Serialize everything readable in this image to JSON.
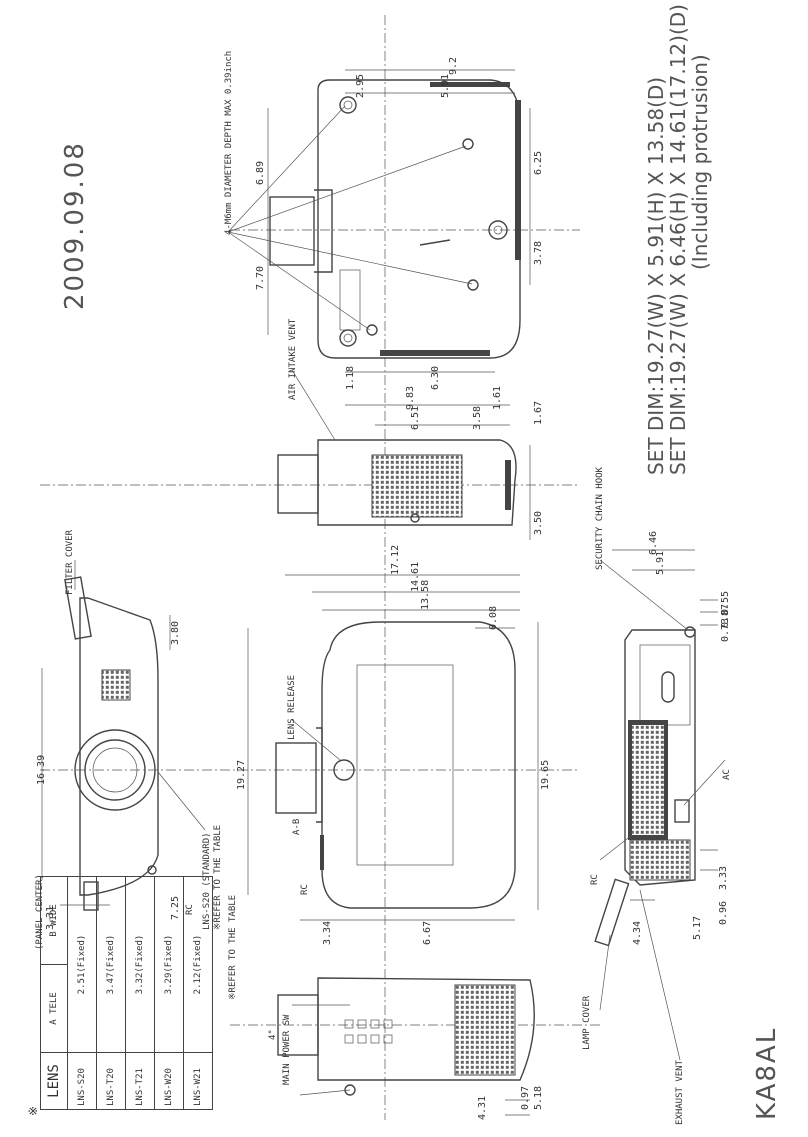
{
  "date": "2009.09.08",
  "model": "KA8AL",
  "set_dim_1": "SET DIM:19.27(W) X 5.91(H) X 13.58(D)",
  "set_dim_2": "SET DIM:19.27(W) X 6.46(H) X 14.61(17.12)(D)",
  "set_dim_3": "(Including protrusion)",
  "note_screw": "4-M6mm DIAMETER DEPTH MAX 0.39inch",
  "callouts": {
    "filter_cover": "FILTER COVER",
    "lens_standard": "LNS-S20 (STANDARD)",
    "refer_table_1": "※REFER TO THE TABLE",
    "refer_table_2": "※REFER TO THE TABLE",
    "rc": "RC",
    "lens_release": "LENS RELEASE",
    "main_power_sw": "MAIN POWER SW",
    "air_intake_vent": "AIR INTAKE VENT",
    "security_chain_hook": "SECURITY CHAIN HOOK",
    "ac": "AC",
    "lamp_cover": "LAMP COVER",
    "exhaust_vent": "EXHAUST VENT",
    "panel_center": "(PANEL CENTER)",
    "a_b": "A-B",
    "angle": "4°"
  },
  "dims": {
    "d1639": "16.39",
    "d380": "3.80",
    "d725": "7.25",
    "d331": "3.31",
    "d1927": "19.27",
    "d1965": "19.65",
    "d334": "3.34",
    "d667": "6.67",
    "d1712": "17.12",
    "d1461": "14.61",
    "d1358": "13.58",
    "d008": "0.08",
    "d983": "9.83",
    "d651": "6.51",
    "d358": "3.58",
    "d161": "1.61",
    "d167": "1.67",
    "d350": "3.50",
    "d92": "9.2",
    "d295": "2.95",
    "d591": "5.91",
    "d689": "6.89",
    "d770": "7.70",
    "d625": "6.25",
    "d378": "3.78",
    "d118": "1.18",
    "d630": "6.30",
    "d646": "6.46",
    "d591b": "5.91",
    "d055": "0.55",
    "d087": "0.87",
    "d073": "0.73",
    "d333": "3.33",
    "d096": "0.96",
    "d517": "5.17",
    "d434": "4.34",
    "d097": "0.97",
    "d518": "5.18",
    "d431": "4.31"
  },
  "lens_table": {
    "mark": "※",
    "headers": [
      "LENS",
      "A TELE",
      "B WIDE"
    ],
    "rows": [
      [
        "LNS-S20",
        "2.51(Fixed)"
      ],
      [
        "LNS-T20",
        "3.47(Fixed)"
      ],
      [
        "LNS-T21",
        "3.32(Fixed)"
      ],
      [
        "LNS-W20",
        "3.29(Fixed)"
      ],
      [
        "LNS-W21",
        "2.12(Fixed)"
      ]
    ]
  }
}
